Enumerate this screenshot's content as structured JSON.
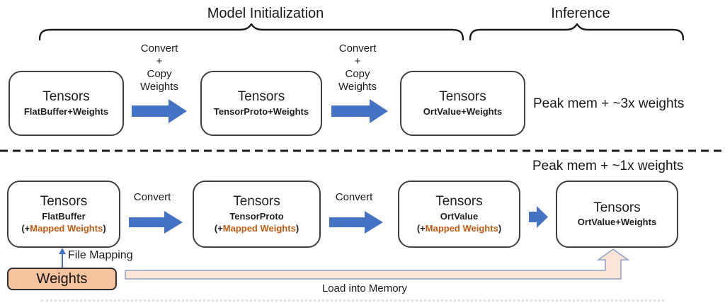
{
  "titles": {
    "model_init": "Model Initialization",
    "inference": "Inference"
  },
  "top_row": {
    "boxes": [
      {
        "title": "Tensors",
        "subtitle": "FlatBuffer+Weights"
      },
      {
        "title": "Tensors",
        "subtitle": "TensorProto+Weights"
      },
      {
        "title": "Tensors",
        "subtitle": "OrtValue+Weights"
      }
    ],
    "arrow_labels": [
      {
        "l1": "Convert",
        "l2": "+",
        "l3": "Copy",
        "l4": "Weights"
      },
      {
        "l1": "Convert",
        "l2": "+",
        "l3": "Copy",
        "l4": "Weights"
      }
    ],
    "peak_mem": "Peak mem + ~3x weights"
  },
  "bottom_row": {
    "peak_mem": "Peak mem + ~1x weights",
    "boxes": [
      {
        "title": "Tensors",
        "line2": "FlatBuffer",
        "l3a": "(+",
        "l3b": "Mapped Weights",
        "l3c": ")"
      },
      {
        "title": "Tensors",
        "line2": "TensorProto",
        "l3a": "(+",
        "l3b": "Mapped Weights",
        "l3c": ")"
      },
      {
        "title": "Tensors",
        "line2": "OrtValue",
        "l3a": "(+",
        "l3b": "Mapped Weights",
        "l3c": ")"
      },
      {
        "title": "Tensors",
        "line2": "OrtValue+Weights"
      }
    ],
    "arrow_labels": [
      "Convert",
      "Convert"
    ],
    "file_mapping": "File Mapping",
    "weights": "Weights",
    "load_into_memory": "Load into Memory"
  },
  "colors": {
    "arrow_blue": "#4472C4",
    "mapped_weights_orange": "#C55A11",
    "weights_box_fill": "#F5C49E",
    "load_bar_fill": "#FBE5D6",
    "load_bar_border": "#8EA0C4",
    "box_border": "#404040",
    "divider": "#1a1a1a",
    "text": "#1f1f1f"
  }
}
